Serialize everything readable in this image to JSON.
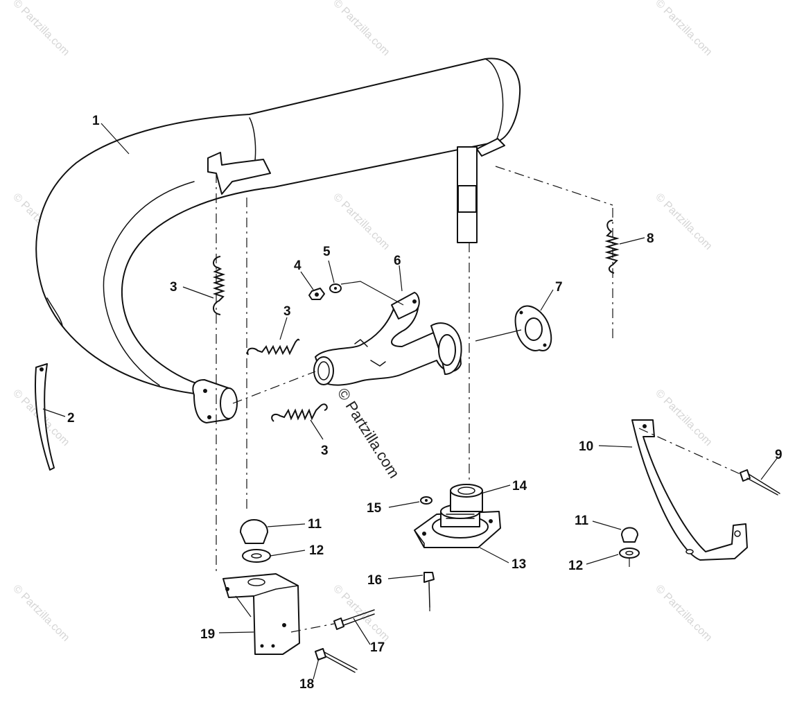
{
  "watermark": {
    "tile_text": "© Partzilla.com",
    "center_text": "© Partzilla.com"
  },
  "callouts": {
    "c1": "1",
    "c2": "2",
    "c3a": "3",
    "c3b": "3",
    "c3c": "3",
    "c4": "4",
    "c5": "5",
    "c6": "6",
    "c7": "7",
    "c8": "8",
    "c9": "9",
    "c10": "10",
    "c11a": "11",
    "c11b": "11",
    "c12a": "12",
    "c12b": "12",
    "c13": "13",
    "c14": "14",
    "c15": "15",
    "c16": "16",
    "c17": "17",
    "c18": "18",
    "c19": "19"
  }
}
